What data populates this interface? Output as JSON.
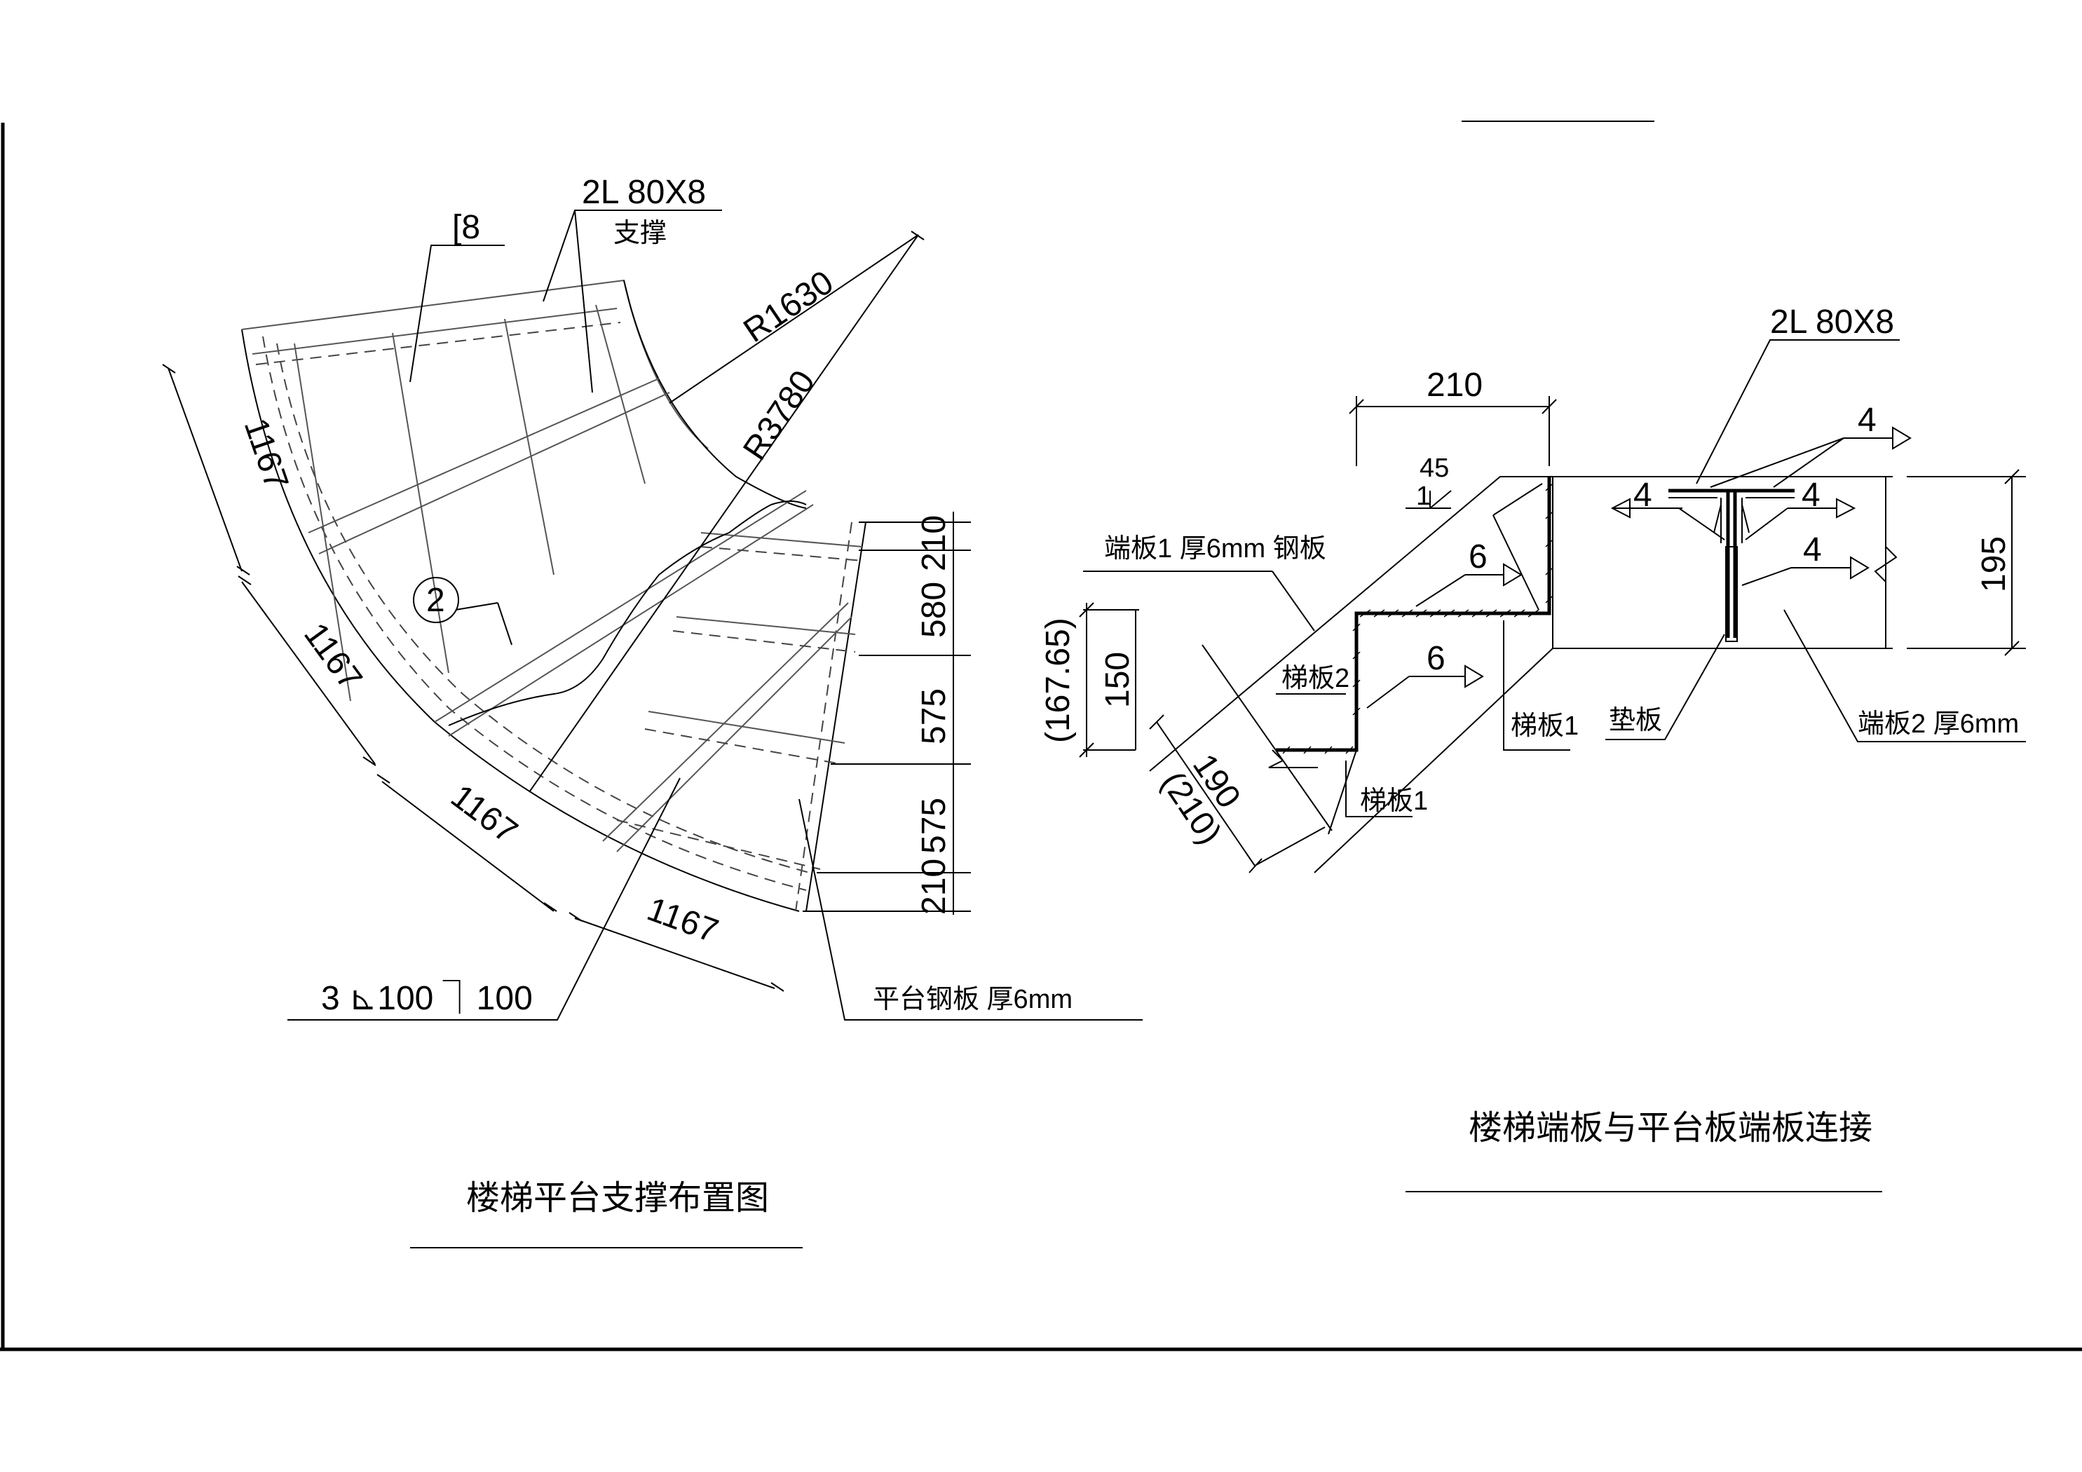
{
  "left_drawing": {
    "title": "楼梯平台支撑布置图",
    "labels": {
      "channel": "[8",
      "angle": "2L 80X8",
      "brace": "支撑",
      "r_inner": "R1630",
      "r_outer": "R3780",
      "detail_mark": "2",
      "weld_callout": "3 ⊾100 ⏋100",
      "plate": "平台钢板 厚6mm"
    },
    "arc_dims": [
      "1167",
      "1167",
      "1167",
      "1167"
    ],
    "vertical_dims": [
      "210",
      "580",
      "575",
      "575",
      "210"
    ]
  },
  "right_drawing": {
    "title": "楼梯端板与平台板端板连接",
    "labels": {
      "top_dim": "210",
      "slope_top": "45",
      "slope_bottom": "1",
      "end_plate_1": "端板1 厚6mm 钢板",
      "weld_6a": "6",
      "weld_6b": "6",
      "stair_plate_2": "梯板2",
      "stair_plate_1a": "梯板1",
      "stair_plate_1b": "梯板1",
      "rise_outer": "(167.65)",
      "rise": "150",
      "tread": "190",
      "tread_outer": "(210)",
      "angle": "2L 80X8",
      "weld_4a": "4",
      "weld_4b": "4",
      "weld_4c": "4",
      "weld_4d": "4",
      "height": "195",
      "shim": "垫板",
      "end_plate_2": "端板2 厚6mm"
    }
  }
}
